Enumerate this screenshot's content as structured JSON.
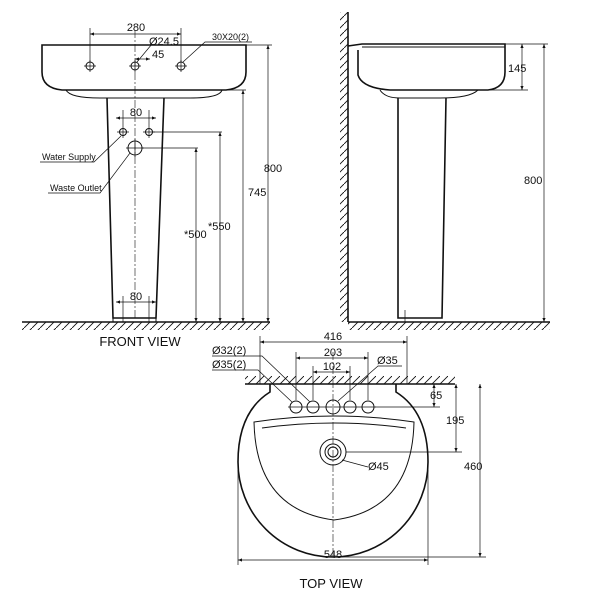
{
  "front_view": {
    "title": "FRONT VIEW",
    "dims": {
      "width_280": "280",
      "dia_245": "Ø24.5",
      "d45": "45",
      "slot": "30X20(2)",
      "d80_top": "80",
      "d800": "800",
      "d745": "745",
      "d550": "*550",
      "d500": "*500",
      "d80_bottom": "80"
    },
    "labels": {
      "water_supply": "Water Supply",
      "waste_outlet": "Waste Outlet"
    }
  },
  "side_view": {
    "dims": {
      "d145": "145",
      "d800": "800"
    }
  },
  "top_view": {
    "title": "TOP VIEW",
    "dims": {
      "d416": "416",
      "dia32": "Ø32(2)",
      "d203": "203",
      "dia35_2": "Ø35(2)",
      "d102": "102",
      "dia35": "Ø35",
      "d65": "65",
      "d195": "195",
      "d460": "460",
      "dia45": "Ø45",
      "d548": "548"
    }
  }
}
